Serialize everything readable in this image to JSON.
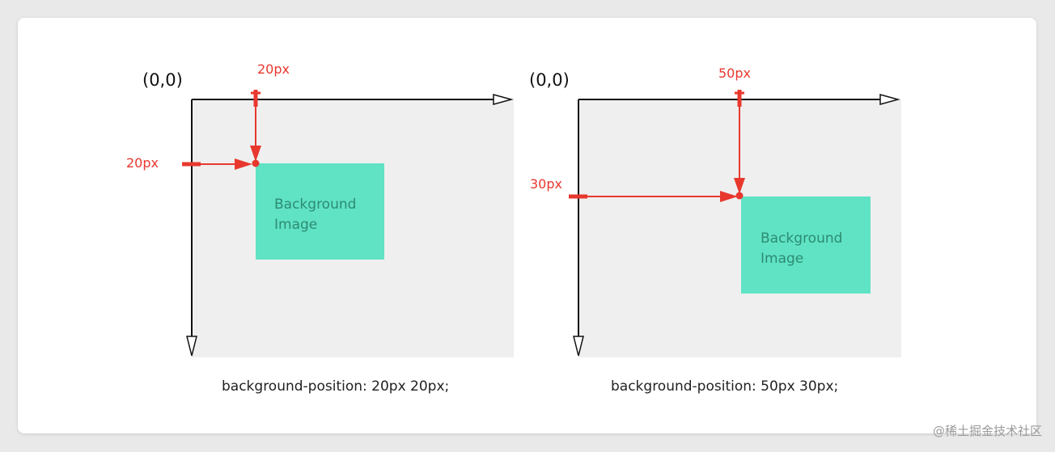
{
  "left_diagram": {
    "origin_label": "(0,0)",
    "x_offset_label": "20px",
    "y_offset_label": "20px",
    "image_label_line1": "Background",
    "image_label_line2": "Image",
    "caption": "background-position: 20px 20px;"
  },
  "right_diagram": {
    "origin_label": "(0,0)",
    "x_offset_label": "50px",
    "y_offset_label": "30px",
    "image_label_line1": "Background",
    "image_label_line2": "Image",
    "caption": "background-position: 50px 30px;"
  },
  "watermark": "@稀土掘金技术社区",
  "colors": {
    "container": "#efefef",
    "image": "#5fe3c4",
    "arrow": "#e8382e",
    "axis": "#111111"
  }
}
